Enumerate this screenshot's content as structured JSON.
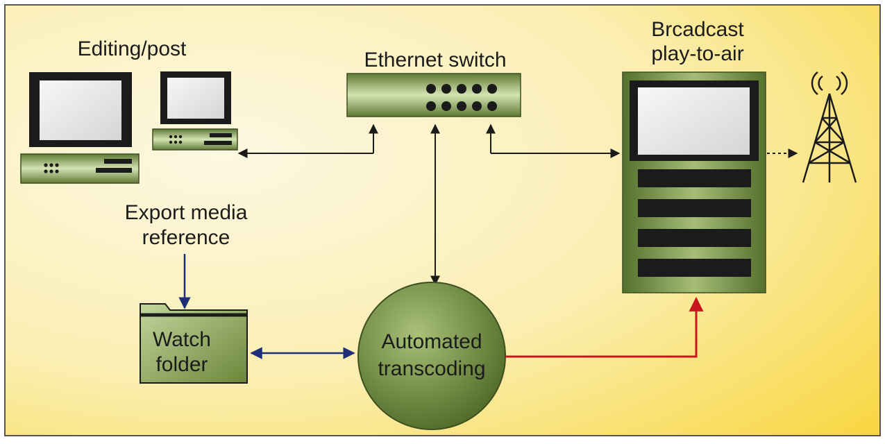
{
  "labels": {
    "editing": "Editing/post",
    "switch": "Ethernet switch",
    "broadcast_line1": "Brcadcast",
    "broadcast_line2": "play-to-air",
    "export_line1": "Export media",
    "export_line2": "reference",
    "watch_line1": "Watch",
    "watch_line2": "folder",
    "transcode_line1": "Automated",
    "transcode_line2": "transcoding"
  },
  "colors": {
    "background_light": "#fbf7df",
    "background_warm": "#f9d640",
    "device_green": "#7f9a4b",
    "device_green_light": "#c8d9a6",
    "device_dark": "#1b1b1b",
    "arrow_black": "#1b1b1b",
    "arrow_blue": "#1f2d78",
    "arrow_red": "#c8161d"
  },
  "icons": {
    "editing_monitor_large": "monitor-icon",
    "editing_monitor_small": "monitor-icon",
    "switch": "network-switch-icon",
    "broadcast": "server-rack-icon",
    "tower": "broadcast-tower-icon",
    "watch_folder": "folder-icon",
    "transcoder": "circle-node-icon"
  }
}
